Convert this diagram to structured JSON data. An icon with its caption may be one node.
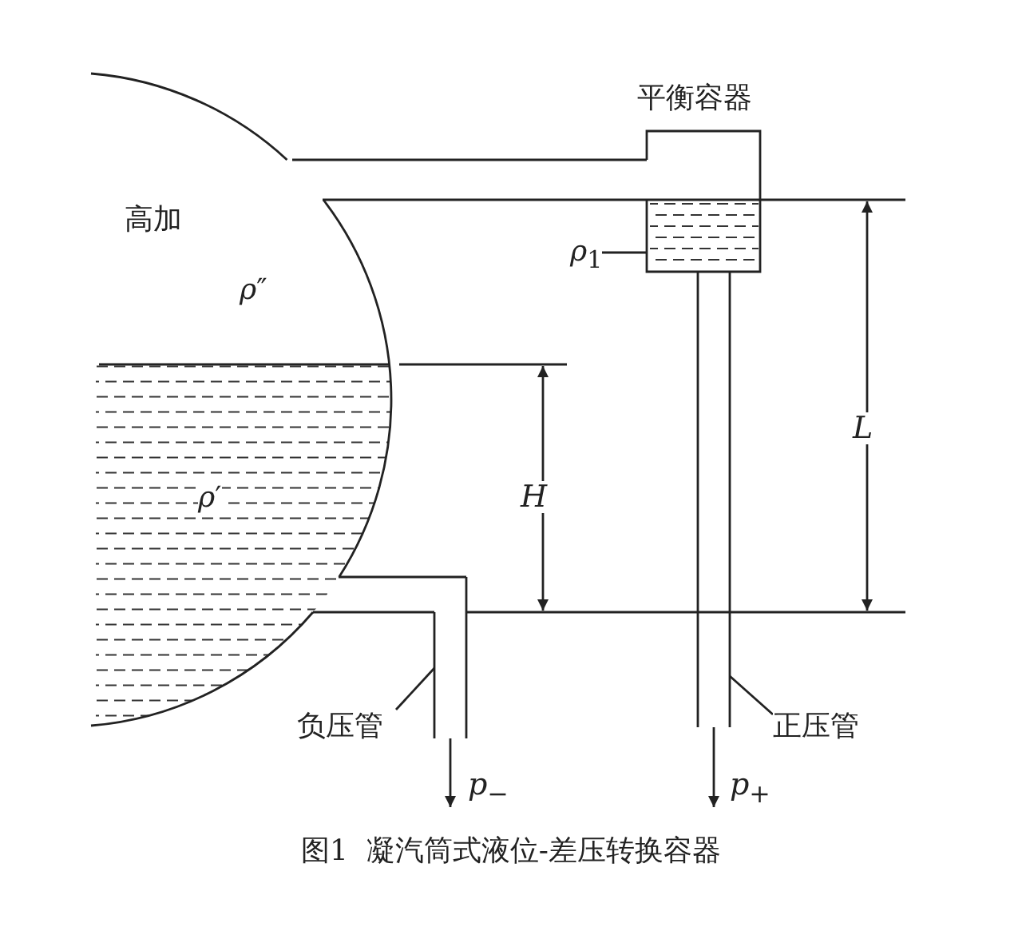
{
  "diagram": {
    "caption": "图1  凝汽筒式液位-差压转换容器",
    "nodes": [
      {
        "text": [
          "高加",
          "*ρ*″",
          "*ρ*′"
        ]
      },
      {
        "text": [
          "平衡容器"
        ]
      },
      {
        "text": [
          "*ρ*$_{1}$"
        ]
      },
      {
        "text": [],
        "shape": "pipe"
      },
      {
        "text": [],
        "shape": "pipe"
      },
      {
        "text": [
          "负压管"
        ]
      },
      {
        "text": [
          "正压管"
        ]
      }
    ],
    "edges": [
      {
        "from": 0,
        "to": 1,
        "arrow": "none"
      },
      {
        "from": 0,
        "to": 3,
        "arrow": "none"
      },
      {
        "from": 2,
        "to": 1,
        "arrow": "none"
      },
      {
        "from": 5,
        "to": 3,
        "arrow": "none"
      },
      {
        "from": 6,
        "to": 4,
        "arrow": "none"
      },
      {
        "from": 3,
        "to": null,
        "arrow": "to",
        "label": "*p*$_{−}$"
      },
      {
        "from": 4,
        "to": null,
        "arrow": "to",
        "label": "*p*$_{+}$"
      },
      {
        "from": 0,
        "to": 3,
        "arrow": "none"
      }
    ],
    "labels": [
      "H",
      "L"
    ]
  }
}
